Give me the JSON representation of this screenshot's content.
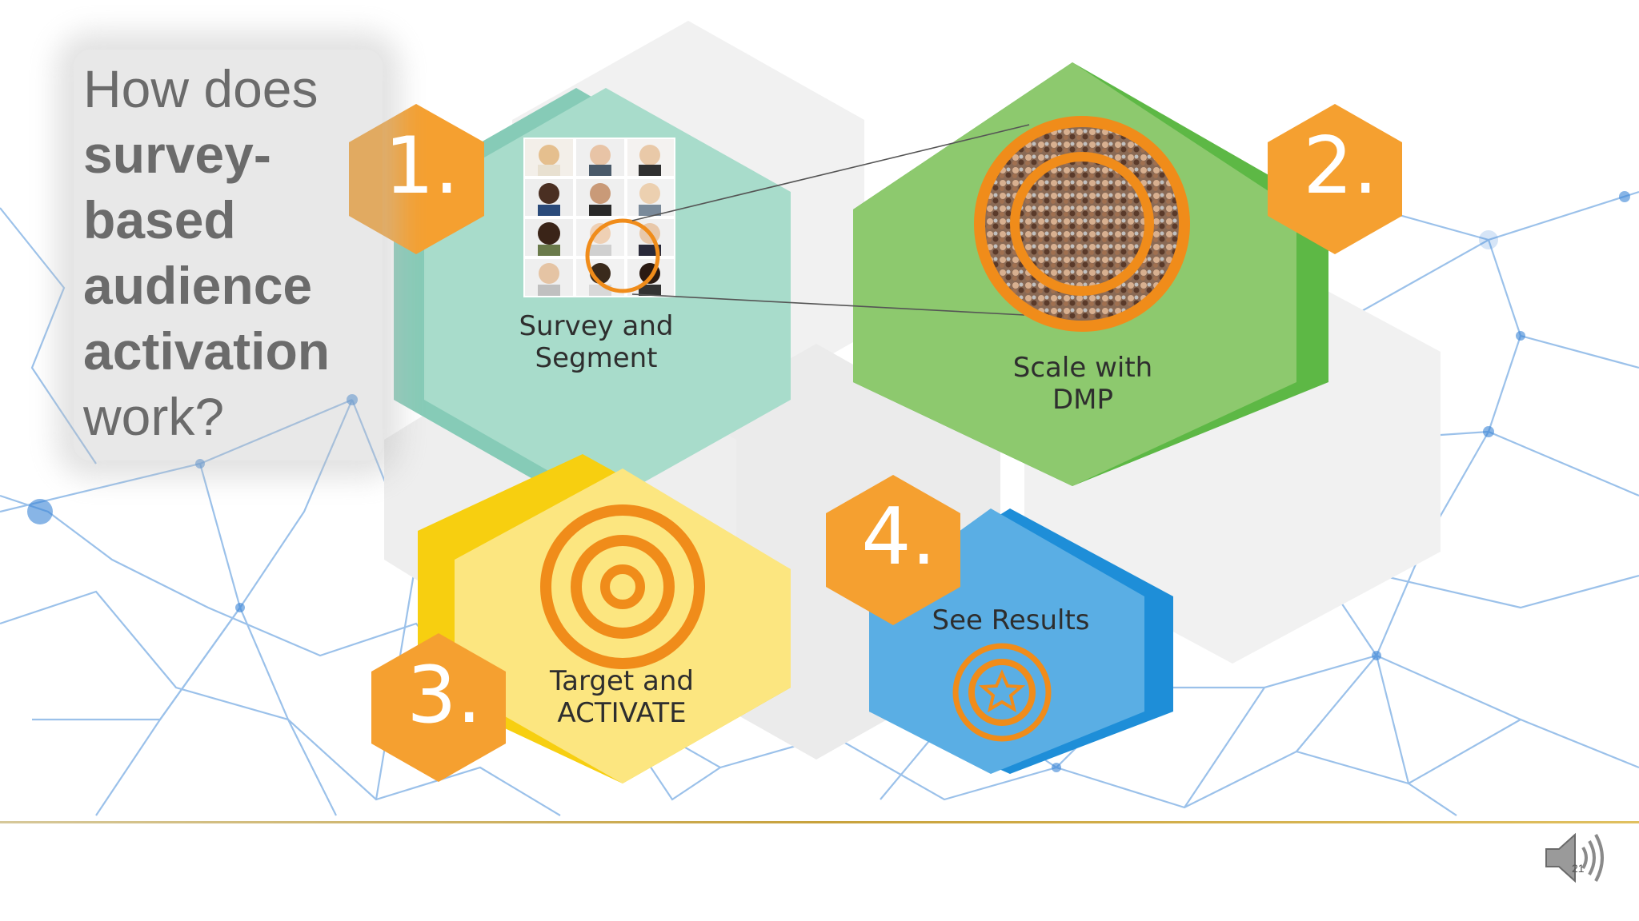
{
  "slide": {
    "title_lines": [
      {
        "text": "How does",
        "bold": false
      },
      {
        "text": "survey-",
        "bold": true
      },
      {
        "text": "based",
        "bold": true
      },
      {
        "text": "audience",
        "bold": true
      },
      {
        "text": "activation",
        "bold": true
      },
      {
        "text": "work?",
        "bold": false
      }
    ],
    "steps": [
      {
        "number": "1.",
        "label_line1": "Survey and",
        "label_line2": "Segment"
      },
      {
        "number": "2.",
        "label_line1": "Scale with",
        "label_line2": "DMP"
      },
      {
        "number": "3.",
        "label_line1": "Target and",
        "label_line2": "ACTIVATE"
      },
      {
        "number": "4.",
        "label_line1": "See Results",
        "label_line2": ""
      }
    ],
    "slide_number": "21"
  },
  "colors": {
    "badge_orange": "#F5A030",
    "hex1_teal": "#A8DCCB",
    "hex1_teal_dark": "#86CBB7",
    "hex2_green": "#8DC96E",
    "hex2_green_dark": "#5DB845",
    "hex3_yellow": "#FCE680",
    "hex3_yellow_dark": "#F7CF10",
    "hex4_blue": "#5AAEE4",
    "hex4_blue_dark": "#1E8ED8",
    "ring_orange": "#F08C1A",
    "network_blue": "#4A90D9",
    "footer_gold": "#C8A23C"
  },
  "icons": {
    "step1": "people-grid-icon",
    "step2": "crowd-target-icon",
    "step3": "target-icon",
    "step4": "star-medal-icon",
    "audio": "speaker-icon"
  }
}
